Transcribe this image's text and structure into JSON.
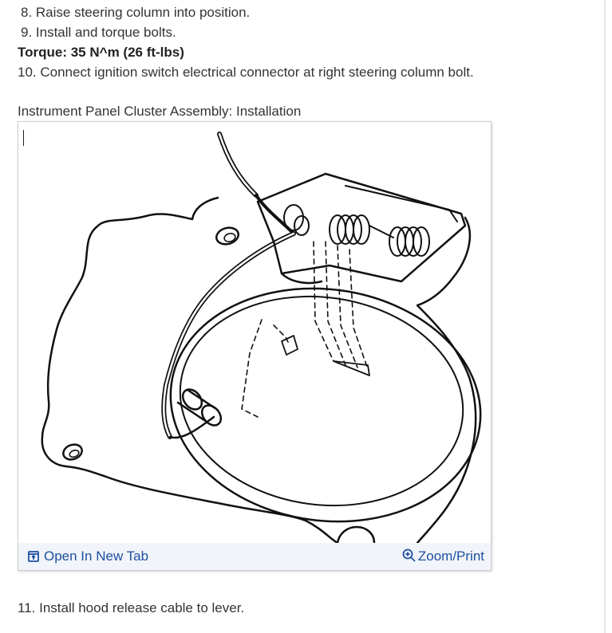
{
  "steps": {
    "step8": "8. Raise steering column into position.",
    "step9": "9. Install and torque bolts.",
    "torque": "Torque: 35 N^m (26 ft-lbs)",
    "step10": "10. Connect ignition switch electrical connector at right steering column bolt.",
    "step11": "11. Install hood release cable to lever."
  },
  "figure": {
    "caption": "Instrument Panel Cluster Assembly: Installation",
    "open_tab_label": "Open In New Tab",
    "zoom_label": "Zoom/Print",
    "open_tab_icon": "open-in-new-tab-icon",
    "zoom_icon": "zoom-in-icon"
  },
  "colors": {
    "link": "#1e50a0",
    "toolbar_bg": "#f1f4fa",
    "text": "#333333"
  }
}
